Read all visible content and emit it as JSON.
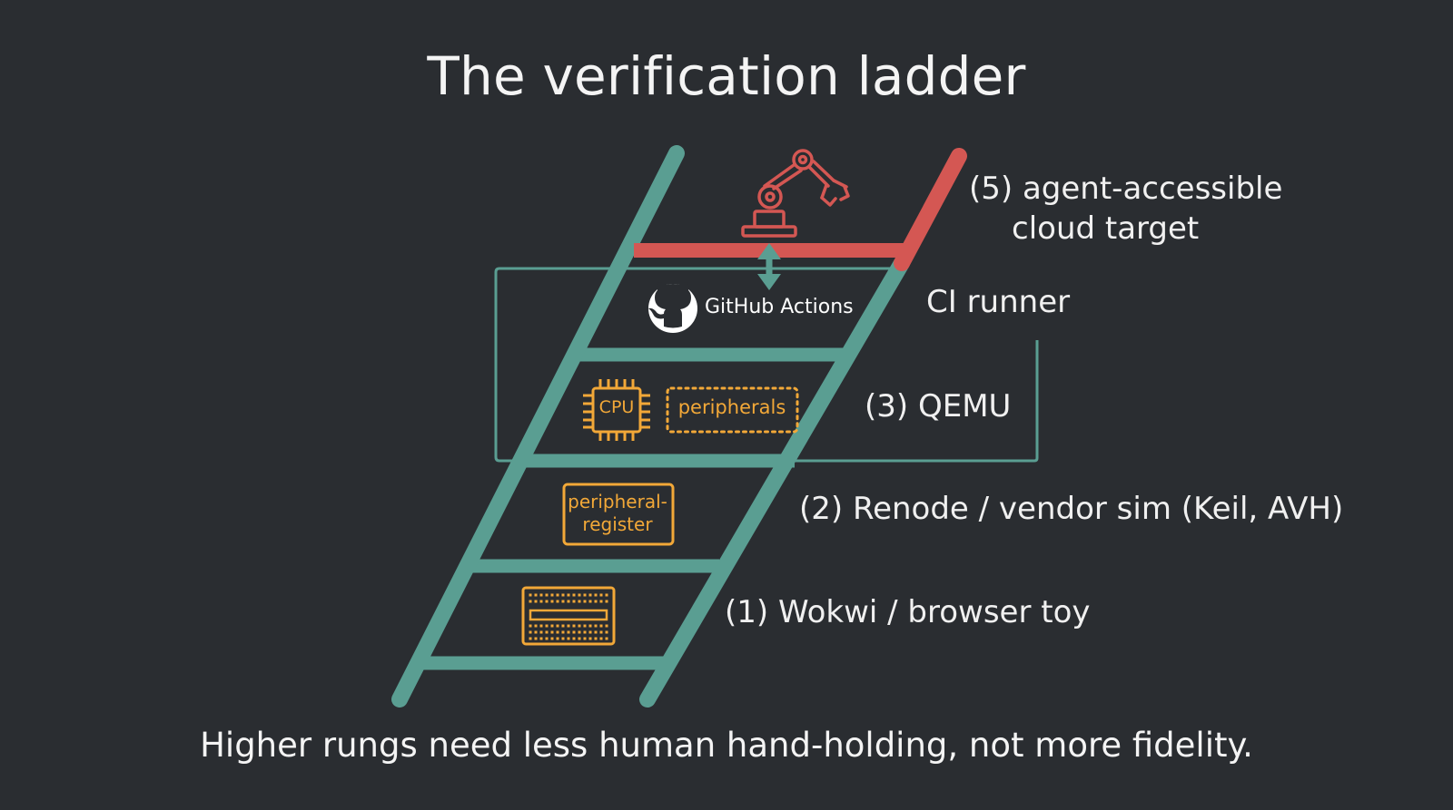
{
  "title": "The verification ladder",
  "rungs": [
    {
      "level": "1",
      "label": "(1) Wokwi / browser toy",
      "icon": "breadboard-icon"
    },
    {
      "level": "2",
      "label": "(2) Renode / vendor sim (Keil, AVH)",
      "icon": "peripheral-register-box",
      "box_lines": [
        "peripheral-",
        "register"
      ]
    },
    {
      "level": "3",
      "label": "(3) QEMU",
      "icon": "cpu-chip-icon",
      "cpu_label": "CPU",
      "peripherals_label": "peripherals"
    },
    {
      "level": "CI",
      "label": "CI runner",
      "icon": "github-icon",
      "service_label": "GitHub Actions"
    },
    {
      "level": "5",
      "label_lines": [
        "(5) agent-accessible",
        "cloud target"
      ],
      "icon": "robot-arm-icon"
    }
  ],
  "footer": "Higher rungs need less human hand-holding, not more fidelity.",
  "colors": {
    "background": "#2a2d31",
    "ladder": "#5a9e92",
    "top_rung": "#d45753",
    "accent_orange": "#f2a838",
    "text": "#f4f4f4"
  }
}
